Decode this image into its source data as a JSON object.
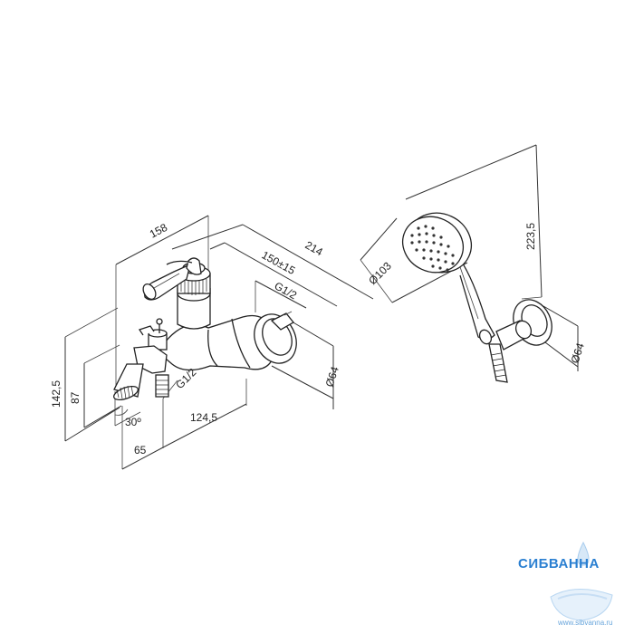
{
  "dimensions": {
    "width_158": "158",
    "width_214": "214",
    "center_150": "150±15",
    "thread_top": "G1/2",
    "thread_bottom": "G1/2",
    "diameter_flange": "Ø64",
    "height_1425": "142,5",
    "height_87": "87",
    "angle_30": "30º",
    "offset_65": "65",
    "offset_1245": "124,5",
    "diameter_shower": "Ø103",
    "height_2235": "223,5",
    "diameter_holder": "Ø64"
  },
  "watermark": {
    "brand": "СИБВАННА",
    "site": "www.sibvanna.ru"
  }
}
